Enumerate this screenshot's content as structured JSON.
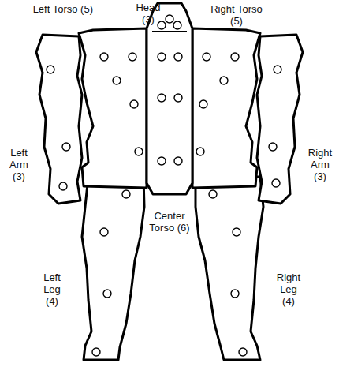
{
  "diagram": {
    "labels": [
      "Left Torso (5)",
      "Head (3)",
      "Right Torso (5)",
      "Left Arm (3)",
      "Right Arm (3)",
      "Center Torso (6)",
      "Left Leg (4)",
      "Right Leg (4)"
    ]
  }
}
